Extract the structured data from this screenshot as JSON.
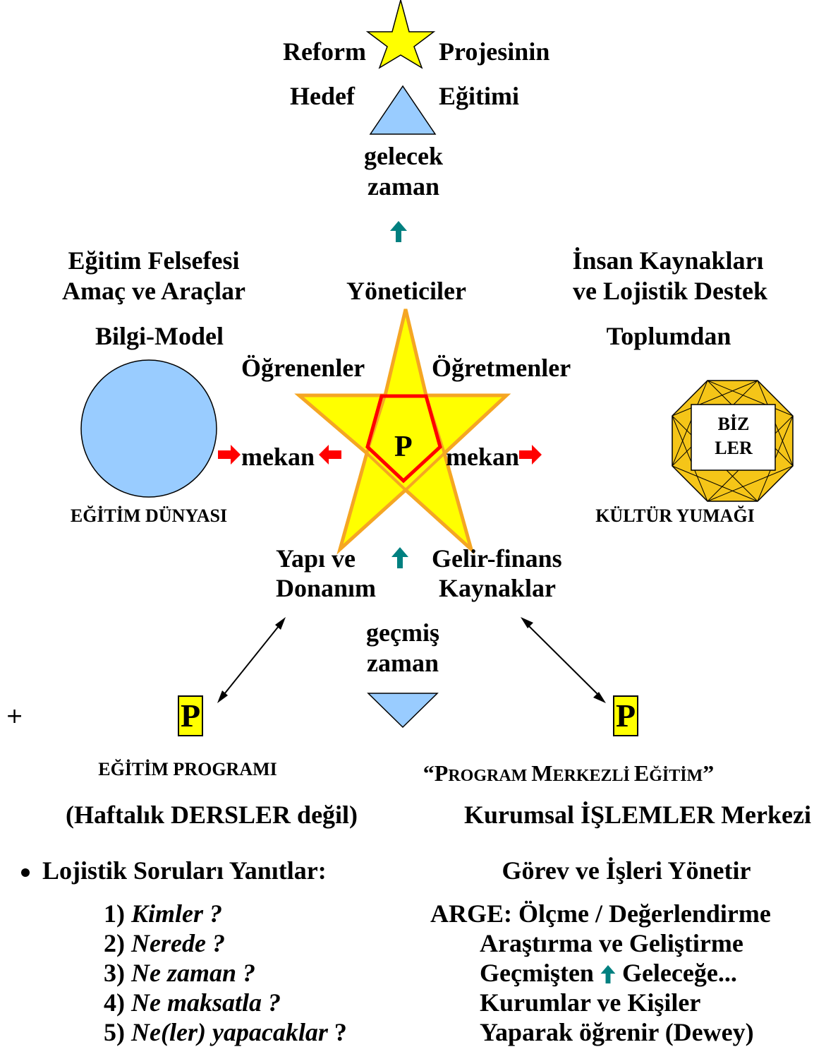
{
  "top": {
    "reform": "Reform",
    "projesinin": "Projesinin",
    "hedef": "Hedef",
    "egitimi": "Eğitimi",
    "gelecek": "gelecek",
    "zaman": "zaman"
  },
  "left_block": {
    "line1": "Eğitim Felsefesi",
    "line2": "Amaç ve Araçlar",
    "model": "Bilgi-Model",
    "caption": "EĞİTİM  DÜNYASI"
  },
  "right_block": {
    "line1": "İnsan Kaynakları",
    "line2": "ve Lojistik Destek",
    "source": "Toplumdan",
    "octagon_line1": "BİZ",
    "octagon_line2": "LER",
    "caption": "KÜLTÜR YUMAĞI"
  },
  "star": {
    "top": "Yöneticiler",
    "left": "Öğrenenler",
    "right": "Öğretmenler",
    "center": "P",
    "mekan_left": "mekan",
    "mekan_right": "mekan",
    "bottom_left_1": "Yapı ve",
    "bottom_left_2": "Donanım",
    "bottom_right_1": "Gelir-finans",
    "bottom_right_2": "Kaynaklar",
    "gecmis": "geçmiş",
    "zaman": "zaman"
  },
  "boxes": {
    "left": "P",
    "right": "P"
  },
  "plus": "+",
  "left_text": {
    "title": "EĞİTİM  PROGRAMI",
    "subtitle": "(Haftalık DERSLER değil)",
    "bullet": "Lojistik Soruları Yanıtlar:",
    "questions": [
      {
        "num": "1)",
        "text": "Kimler ?"
      },
      {
        "num": "2)",
        "text": "Nerede ?"
      },
      {
        "num": "3)",
        "text": "Ne zaman ?"
      },
      {
        "num": "4)",
        "text": "Ne maksatla ?"
      },
      {
        "num": "5)",
        "text": "Ne(ler) yapacaklar",
        "tail": " ?"
      }
    ]
  },
  "right_text": {
    "title_open": "“P",
    "title_1": "ROGRAM ",
    "title_m": "M",
    "title_2": "ERKEZLİ ",
    "title_e": "E",
    "title_3": "ĞİTİM",
    "title_close": "”",
    "line1": "Kurumsal İŞLEMLER Merkezi",
    "line2": "Görev ve İşleri Yönetir",
    "argе": "ARGE: Ölçme / Değerlendirme",
    "arastirma": "Araştırma ve Geliştirme",
    "gecmisten": "Geçmişten",
    "gelecege": "Geleceğe...",
    "kurumlar": "Kurumlar ve Kişiler",
    "yaparak": "Yaparak öğrenir (Dewey)"
  },
  "colors": {
    "star_fill": "#ffff00",
    "star_outline": "#f5a623",
    "pentagon_outline": "#ff0000",
    "triangle_fill": "#99ccff",
    "circle_fill": "#99ccff",
    "octagon_fill": "#f5c518",
    "teal_arrow": "#008080",
    "red_arrow": "#ff0000"
  }
}
